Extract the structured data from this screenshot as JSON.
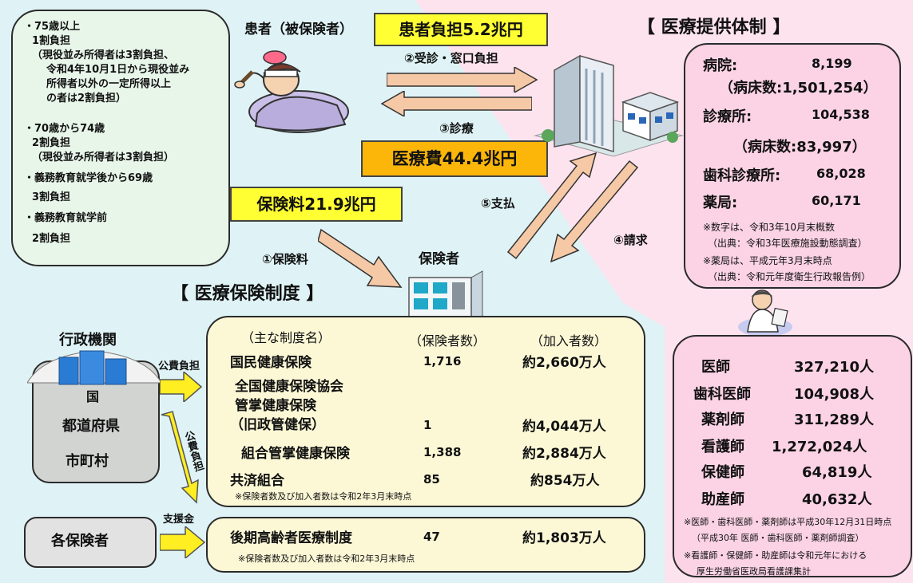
{
  "age_box": {
    "items": [
      "・75歳以上",
      "1割負担",
      "（現役並み所得者は3割負担、",
      "令和4年10月1日から現役並み",
      "所得者以外の一定所得以上",
      "の者は2割負担）",
      "・70歳から74歳",
      "2割負担",
      "（現役並み所得者は3割負担）",
      "・義務教育就学後から69歳",
      "3割負担",
      "・義務教育就学前",
      "2割負担"
    ]
  },
  "patient": {
    "label": "患者（被保険者）"
  },
  "patient_burden": "患者負担5.2兆円",
  "medical_cost": "医療費44.4兆円",
  "premium_total": "保険料21.9兆円",
  "arrows": {
    "visit": "②受診・窓口負担",
    "treatment": "③診療",
    "premium": "①保険料",
    "payment": "⑤支払",
    "claim": "④請求",
    "public_burden_1": "公費負担",
    "public_burden_2": "公費負担",
    "support": "支援金"
  },
  "provision": {
    "title": "【 医療提供体制 】",
    "hospital_label": "病院:",
    "hospital_value": "8,199",
    "hospital_beds": "（病床数:1,501,254）",
    "clinic_label": "診療所:",
    "clinic_value": "104,538",
    "clinic_beds": "（病床数:83,997）",
    "dental_label": "歯科診療所:",
    "dental_value": "68,028",
    "pharmacy_label": "薬局:",
    "pharmacy_value": "60,171",
    "notes": [
      "※数字は、令和3年10月末概数",
      "（出典：令和3年医療施設動態調査）",
      "※薬局は、平成元年3月末時点",
      "（出典：令和元年度衛生行政報告例）"
    ]
  },
  "insurer": {
    "label": "保険者"
  },
  "system_title": "【 医療保険制度 】",
  "gov": {
    "title": "行政機関",
    "national": "国",
    "prefecture": "都道府県",
    "municipality": "市町村"
  },
  "each_insurer": "各保険者",
  "table": {
    "headers": [
      "（主な制度名）",
      "（保険者数）",
      "（加入者数）"
    ],
    "rows": [
      {
        "name": "国民健康保険",
        "count": "1,716",
        "members": "約2,660万人"
      },
      {
        "name_lines": [
          "全国健康保険協会",
          "管掌健康保険",
          "（旧政管健保）"
        ],
        "count": "1",
        "members": "約4,044万人"
      },
      {
        "name": "組合管掌健康保険",
        "count": "1,388",
        "members": "約2,884万人"
      },
      {
        "name": "共済組合",
        "count": "85",
        "members": "約854万人"
      }
    ],
    "note": "※保険者数及び加入者数は令和2年3月末時点"
  },
  "elderly": {
    "name": "後期高齢者医療制度",
    "count": "47",
    "members": "約1,803万人",
    "note": "※保険者数及び加入者数は令和2年3月末時点"
  },
  "staff": {
    "rows": [
      {
        "label": "医師",
        "value": "327,210人"
      },
      {
        "label": "歯科医師",
        "value": "104,908人"
      },
      {
        "label": "薬剤師",
        "value": "311,289人"
      },
      {
        "label": "看護師",
        "value": "1,272,024人"
      },
      {
        "label": "保健師",
        "value": "64,819人"
      },
      {
        "label": "助産師",
        "value": "40,632人"
      }
    ],
    "notes": [
      "※医師・歯科医師・薬剤師は平成30年12月31日時点",
      "（平成30年 医師・歯科医師・薬剤師調査）",
      "※看護師・保健師・助産師は令和元年における",
      "厚生労働省医政局看護課集計"
    ]
  }
}
